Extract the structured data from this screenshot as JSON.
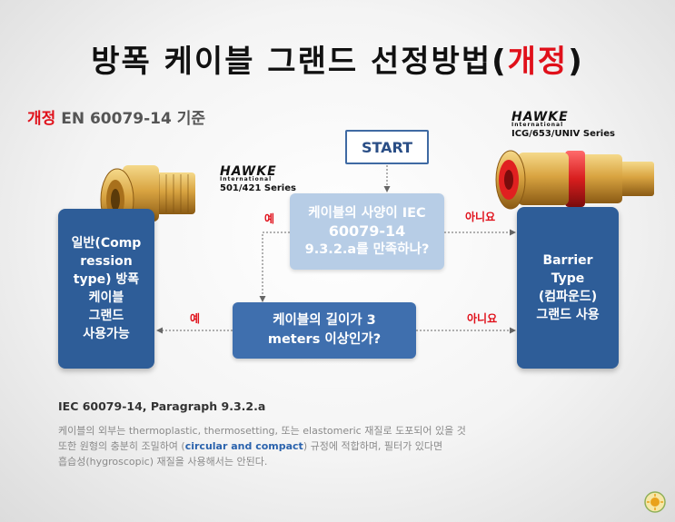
{
  "title": {
    "main": "방폭 케이블 그랜드 선정방법",
    "open_paren": "(",
    "highlight": "개정",
    "close_paren": ")"
  },
  "subtitle": {
    "highlight": "개정",
    "rest": " EN 60079-14 기준"
  },
  "flow": {
    "start": "START",
    "q1": {
      "line1": "케이블의 사양이 IEC",
      "line2": "60079-14",
      "line3": "9.3.2.a를 만족하나?"
    },
    "q2": {
      "line1": "케이블의 길이가 3",
      "line2": "meters 이상인가?"
    },
    "left_result": {
      "lines": [
        "일반(Comp",
        "ression",
        "type) 방폭",
        "케이블",
        "그랜드",
        "사용가능"
      ]
    },
    "right_result": {
      "lines": [
        "Barrier",
        "Type",
        "(컴파운드)",
        "그랜드 사용"
      ]
    },
    "labels": {
      "yes1": "예",
      "yes2": "예",
      "no1": "아니요",
      "no2": "아니요"
    }
  },
  "products": {
    "left": {
      "brand": "HAWKE",
      "sub": "International",
      "series": "501/421 Series"
    },
    "right": {
      "brand": "HAWKE",
      "sub": "International",
      "series": "ICG/653/UNIV Series"
    }
  },
  "reference": {
    "heading": "IEC 60079-14,  Paragraph 9.3.2.a",
    "line1": "케이블의 외부는 thermoplastic, thermosetting, 또는 elastomeric 재질로 도포되어 있을 것",
    "line2_a": "또한 원형의 충분히 조밀하여 (",
    "line2_hl": "circular and compact",
    "line2_b": ") 규정에 적합하며, 필터가 있다면",
    "line3": "흡습성(hygroscopic) 재질을 사용해서는 안된다."
  },
  "colors": {
    "accent_red": "#e0101a",
    "box_dark": "#2e5d98",
    "box_mid": "#3f6fae",
    "box_light": "#b7cde6",
    "gold": "#d9a441"
  }
}
